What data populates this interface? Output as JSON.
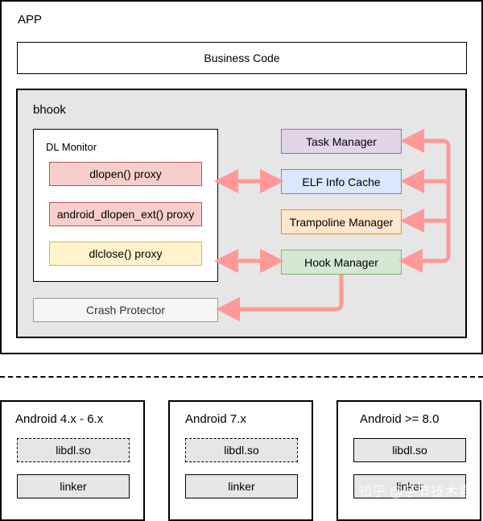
{
  "app": {
    "label": "APP",
    "business": "Business Code"
  },
  "bhook": {
    "label": "bhook",
    "dl_monitor": {
      "label": "DL Monitor",
      "proxies": [
        "dlopen() proxy",
        "android_dlopen_ext() proxy",
        "dlclose() proxy"
      ]
    },
    "managers": {
      "task": "Task Manager",
      "elf": "ELF Info Cache",
      "trampoline": "Trampoline Manager",
      "hook": "Hook Manager"
    },
    "crash": "Crash Protector"
  },
  "android": [
    {
      "title": "Android 4.x - 6.x",
      "libdl": "libdl.so",
      "linker": "linker"
    },
    {
      "title": "Android 7.x",
      "libdl": "libdl.so",
      "linker": "linker"
    },
    {
      "title": "Android >= 8.0",
      "libdl": "libdl.so",
      "linker": "linker"
    }
  ],
  "watermark": "知乎 @字节技术君",
  "colors": {
    "arrow": "#ff9999"
  }
}
